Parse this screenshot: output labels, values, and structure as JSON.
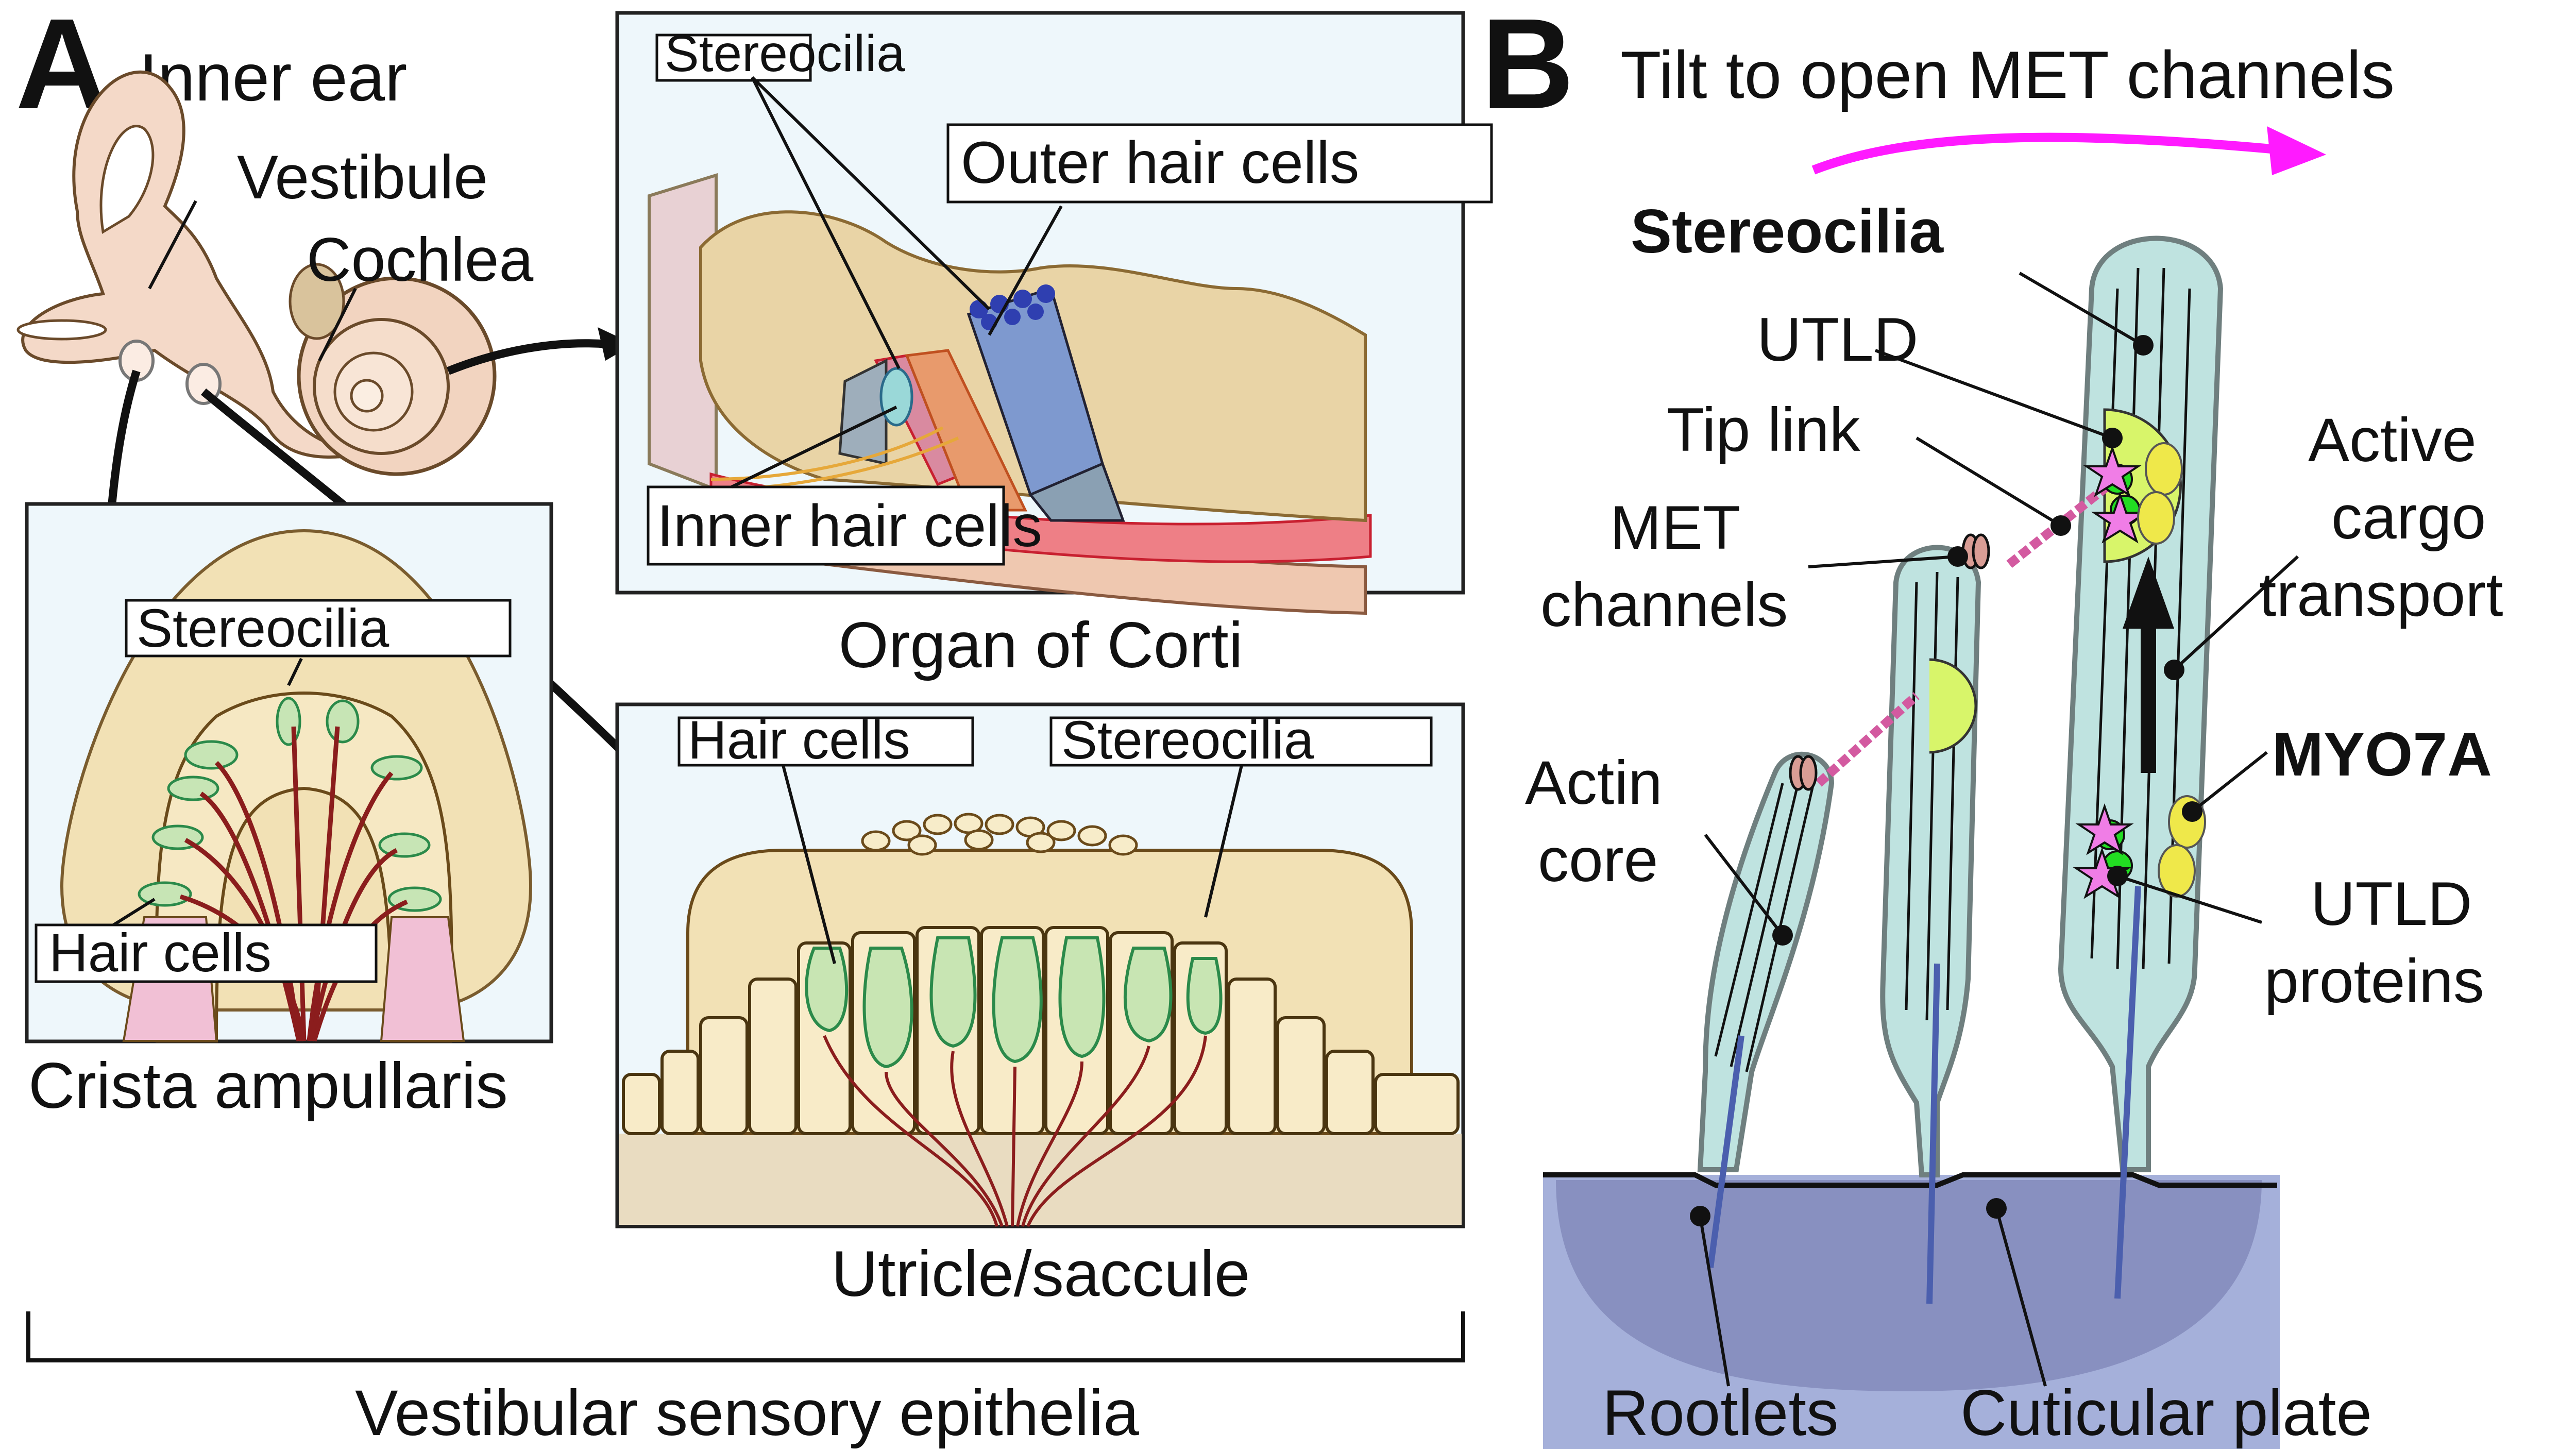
{
  "panel_a": {
    "letter": "A",
    "title": "Inner ear",
    "ear_labels": {
      "vestibule": "Vestibule",
      "cochlea": "Cochlea"
    },
    "organ_of_corti": {
      "caption": "Organ of Corti",
      "labels": {
        "stereocilia": "Stereocilia",
        "outer_hair_cells": "Outer hair cells",
        "inner_hair_cells": "Inner hair cells"
      }
    },
    "crista": {
      "caption": "Crista ampullaris",
      "labels": {
        "stereocilia": "Stereocilia",
        "hair_cells": "Hair cells"
      }
    },
    "utricle": {
      "caption": "Utricle/saccule",
      "labels": {
        "hair_cells": "Hair cells",
        "stereocilia": "Stereocilia"
      }
    },
    "bracket_label": "Vestibular sensory epithelia"
  },
  "panel_b": {
    "letter": "B",
    "title": "Tilt to open MET channels",
    "labels": {
      "stereocilia": "Stereocilia",
      "utld": "UTLD",
      "tip_link": "Tip link",
      "met_channels_1": "MET",
      "met_channels_2": "channels",
      "active_1": "Active",
      "active_2": "cargo",
      "active_3": "transport",
      "myo7a": "MYO7A",
      "utld_proteins_1": "UTLD",
      "utld_proteins_2": "proteins",
      "actin_1": "Actin",
      "actin_2": "core",
      "rootlets": "Rootlets",
      "cuticular_plate": "Cuticular plate"
    }
  },
  "colors": {
    "panel_bg": "#eef7fb",
    "tilt_arrow": "#ff1aff",
    "stereocilium_fill": "#bfe3e0",
    "cuticular_plate": "#a5b0da",
    "cuticular_core": "#8890c0",
    "hair_cell_green": "#c6e3b0",
    "support_cell": "#f3e2b8",
    "star_pink": "#f07de6",
    "myo7a_yellow": "#efe84a",
    "utld_patch": "#d8f56a"
  }
}
